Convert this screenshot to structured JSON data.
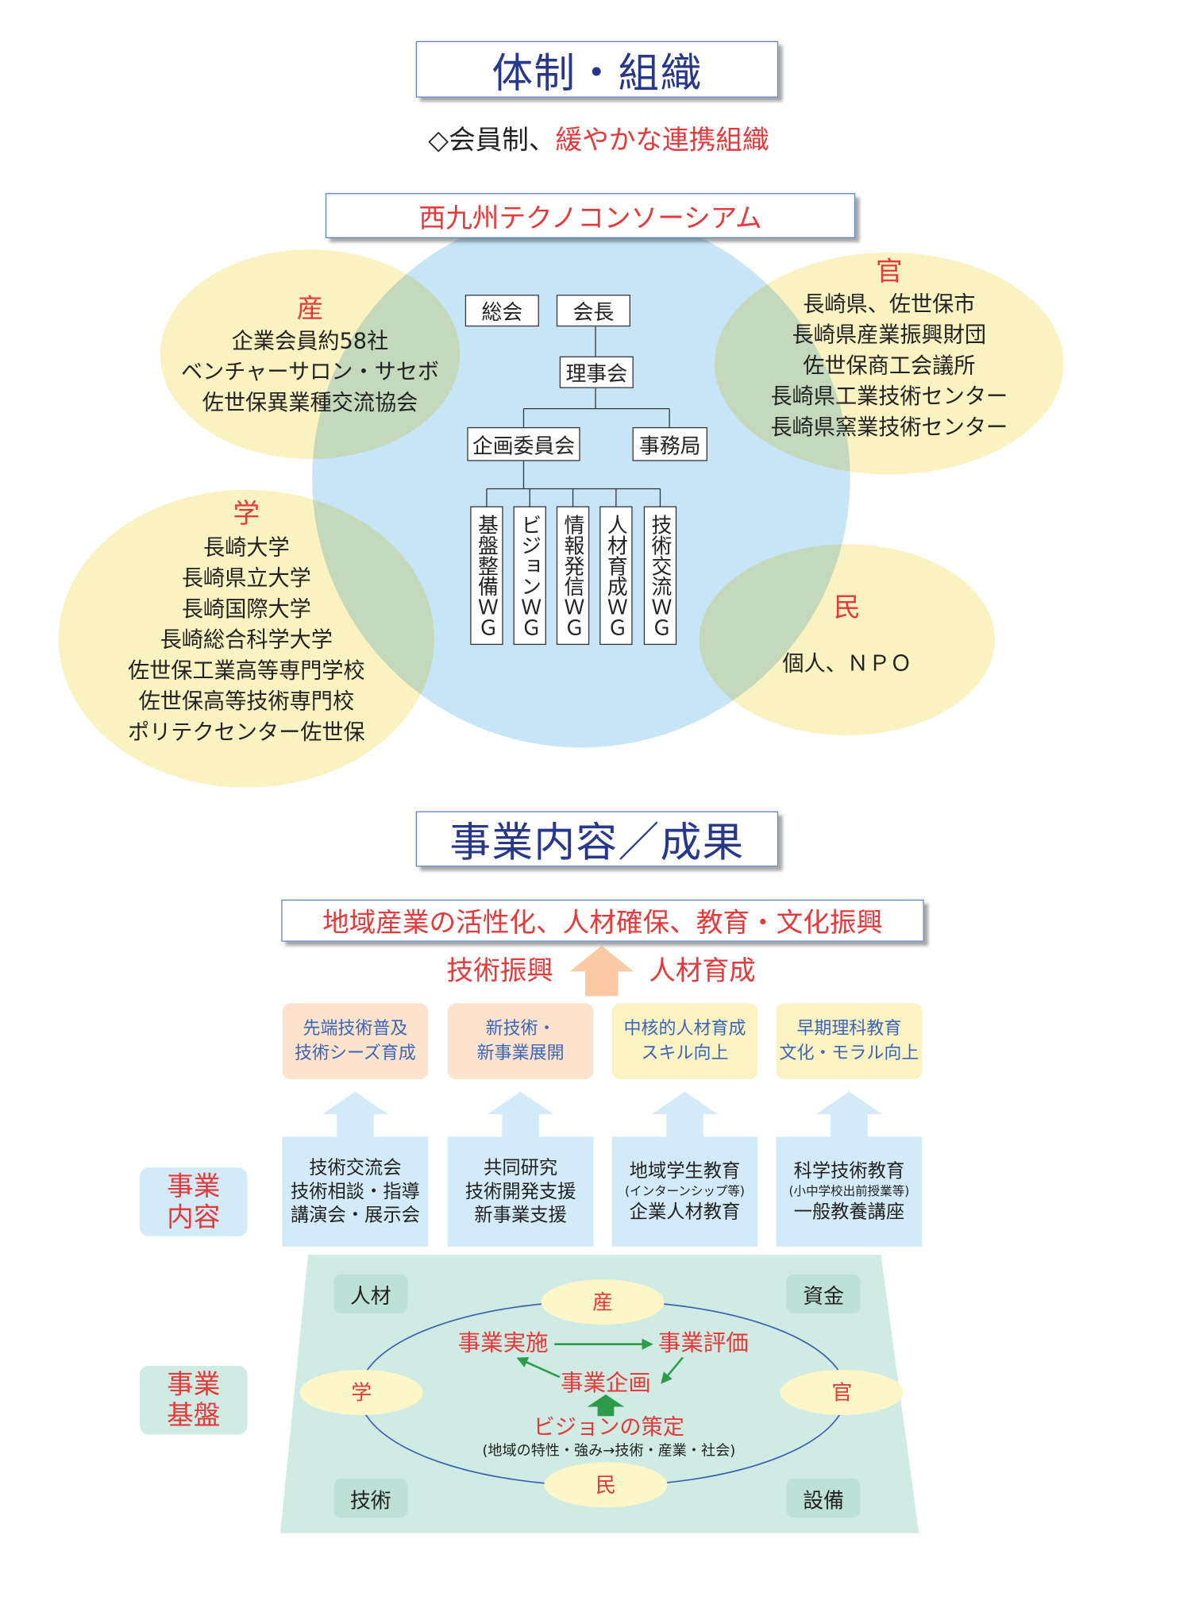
{
  "colors": {
    "title_text": "#27378c",
    "accent_red": "#e5393a",
    "box_border": "#5b85c4",
    "circle_blue": "#c7e5f7",
    "sector_yellow": "#fbf2c2",
    "result_peach": "#fde2cd",
    "result_yellow": "#fcf3c3",
    "result_text": "#3a66b8",
    "activity_blue": "#d3ebf8",
    "foundation_mint": "#d0ebe3",
    "resource_mint": "#bde1d6",
    "cycle_arrow": "#2e9b4b",
    "cycle_ring": "#3d5fb4",
    "goal_arrow": "#fbc9a4"
  },
  "org_section": {
    "title": "体制・組織",
    "subtitle_prefix": "◇会員制、",
    "subtitle_highlight": "緩やかな連携組織",
    "consortium_name": "西九州テクノコンソーシアム",
    "sectors": {
      "industry": {
        "label": "産",
        "members": [
          "企業会員約58社",
          "ベンチャーサロン・サセボ",
          "佐世保異業種交流協会"
        ]
      },
      "government": {
        "label": "官",
        "members": [
          "長崎県、佐世保市",
          "長崎県産業振興財団",
          "佐世保商工会議所",
          "長崎県工業技術センター",
          "長崎県窯業技術センター"
        ]
      },
      "academia": {
        "label": "学",
        "members": [
          "長崎大学",
          "長崎県立大学",
          "長崎国際大学",
          "長崎総合科学大学",
          "佐世保工業高等専門学校",
          "佐世保高等技術専門校",
          "ポリテクセンター佐世保"
        ]
      },
      "civil": {
        "label": "民",
        "members": [
          "個人、ＮＰＯ"
        ]
      }
    },
    "org_chart": {
      "general_assembly": "総会",
      "chairman": "会長",
      "board": "理事会",
      "planning_committee": "企画委員会",
      "secretariat": "事務局",
      "working_groups": [
        "基盤整備ＷＧ",
        "ビジョンＷＧ",
        "情報発信ＷＧ",
        "人材育成ＷＧ",
        "技術交流ＷＧ"
      ]
    }
  },
  "business_section": {
    "title": "事業内容／成果",
    "goal": "地域産業の活性化、人材確保、教育・文化振興",
    "outcomes": {
      "left": "技術振興",
      "right": "人材育成"
    },
    "results": [
      {
        "lines": [
          "先端技術普及",
          "技術シーズ育成"
        ]
      },
      {
        "lines": [
          "新技術・",
          "新事業展開"
        ]
      },
      {
        "lines": [
          "中核的人材育成",
          "スキル向上"
        ]
      },
      {
        "lines": [
          "早期理科教育",
          "文化・モラル向上"
        ]
      }
    ],
    "activities_label": [
      "事業",
      "内容"
    ],
    "activities": [
      {
        "lines": [
          "技術交流会",
          "技術相談・指導",
          "講演会・展示会"
        ]
      },
      {
        "lines": [
          "共同研究",
          "技術開発支援",
          "新事業支援"
        ]
      },
      {
        "lines": [
          "地域学生教育",
          "(インターンシップ等)",
          "企業人材教育"
        ]
      },
      {
        "lines": [
          "科学技術教育",
          "(小中学校出前授業等)",
          "一般教養講座"
        ]
      }
    ],
    "foundation_label": [
      "事業",
      "基盤"
    ],
    "foundation": {
      "resources": {
        "top_left": "人材",
        "top_right": "資金",
        "bottom_left": "技術",
        "bottom_right": "設備"
      },
      "sectors": {
        "top": "産",
        "bottom": "民",
        "left": "学",
        "right": "官"
      },
      "cycle": {
        "implementation": "事業実施",
        "evaluation": "事業評価",
        "planning": "事業企画",
        "vision": "ビジョンの策定",
        "vision_note": "(地域の特性・強み→技術・産業・社会)"
      }
    }
  }
}
